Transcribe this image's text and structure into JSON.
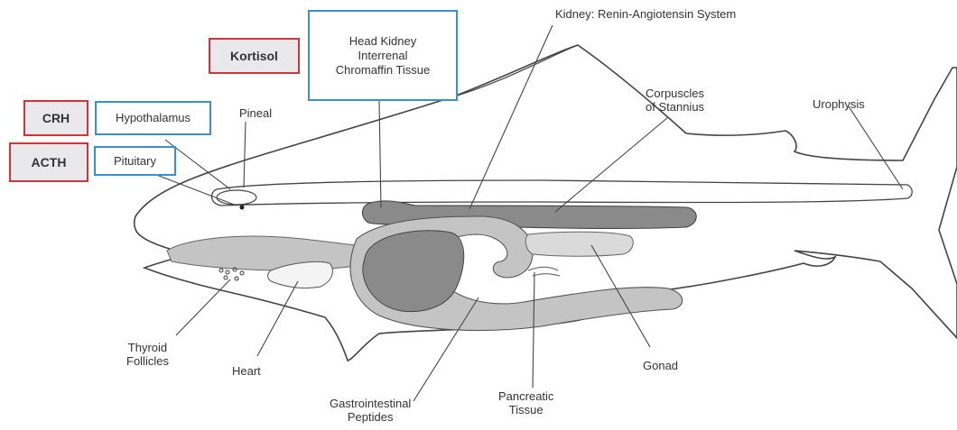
{
  "hormones": {
    "kortisol": "Kortisol",
    "crh": "CRH",
    "acth": "ACTH"
  },
  "highlighted_structures": {
    "head_kidney": [
      "Head Kidney",
      "Interrenal",
      "Chromaffin Tissue"
    ],
    "hypothalamus": "Hypothalamus",
    "pituitary": "Pituitary"
  },
  "labels": {
    "kidney": "Kidney: Renin-Angiotensin System",
    "pineal": "Pineal",
    "corpuscles": [
      "Corpuscles",
      "of Stannius"
    ],
    "urophysis": "Urophysis",
    "thyroid": [
      "Thyroid",
      "Follicles"
    ],
    "heart": "Heart",
    "gastrointestinal": [
      "Gastrointestinal",
      "Peptides"
    ],
    "pancreatic": [
      "Pancreatic",
      "Tissue"
    ],
    "gonad": "Gonad"
  },
  "colors": {
    "hormone_box_border": "#d0343a",
    "hormone_box_fill": "#e9e9ec",
    "structure_box_border": "#3a8fd0",
    "organ_dark": "#8a8a8a",
    "organ_light": "#c4c4c4",
    "outline": "#444444"
  }
}
